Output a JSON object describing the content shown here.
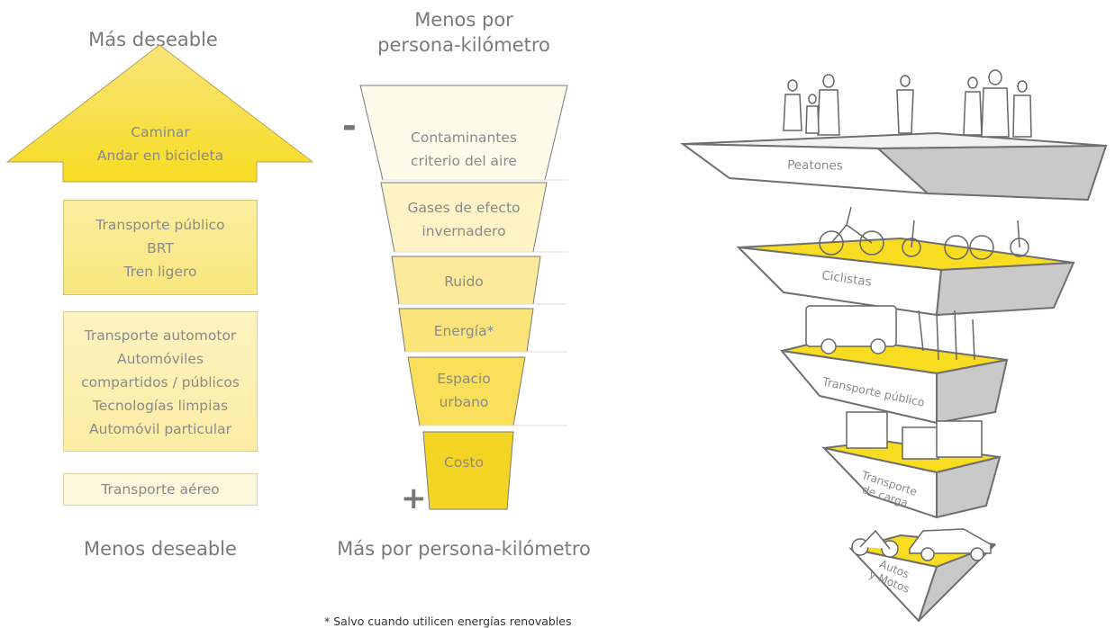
{
  "left": {
    "top_label": "Más deseable",
    "bottom_label": "Menos deseable",
    "arrow_lines": [
      "Caminar",
      "Andar en bicicleta"
    ],
    "box1_lines": [
      "Transporte público",
      "BRT",
      "Tren ligero"
    ],
    "box2_lines": [
      "Transporte automotor",
      "Automóviles",
      "compartidos / públicos",
      "Tecnologías limpias",
      "Automóvil particular"
    ],
    "box3_lines": [
      "Transporte aéreo"
    ]
  },
  "middle": {
    "top_label_lines": [
      "Menos por",
      "persona-kilómetro"
    ],
    "bottom_label": "Más por persona-kilómetro",
    "minus_sign": "-",
    "plus_sign": "+",
    "funnel": [
      {
        "lines": [
          "Contaminantes",
          "criterio del aire"
        ]
      },
      {
        "lines": [
          "Gases de efecto",
          "invernadero"
        ]
      },
      {
        "lines": [
          "Ruido"
        ]
      },
      {
        "lines": [
          "Energía*"
        ]
      },
      {
        "lines": [
          "Espacio",
          "urbano"
        ]
      },
      {
        "lines": [
          "Costo"
        ]
      }
    ],
    "footnote": "* Salvo cuando utilicen energías renovables"
  },
  "right": {
    "levels": [
      {
        "lines": [
          "Peatones"
        ]
      },
      {
        "lines": [
          "Ciclistas"
        ]
      },
      {
        "lines": [
          "Transporte público"
        ]
      },
      {
        "lines": [
          "Transporte",
          "de carga"
        ]
      },
      {
        "lines": [
          "Autos",
          "y Motos"
        ]
      }
    ]
  },
  "colors": {
    "yellow_bright": "#f7dc22",
    "yellow_pale": "#fdf6cf",
    "gray_side": "#c9c9c9",
    "outline": "#6f6f6f"
  }
}
